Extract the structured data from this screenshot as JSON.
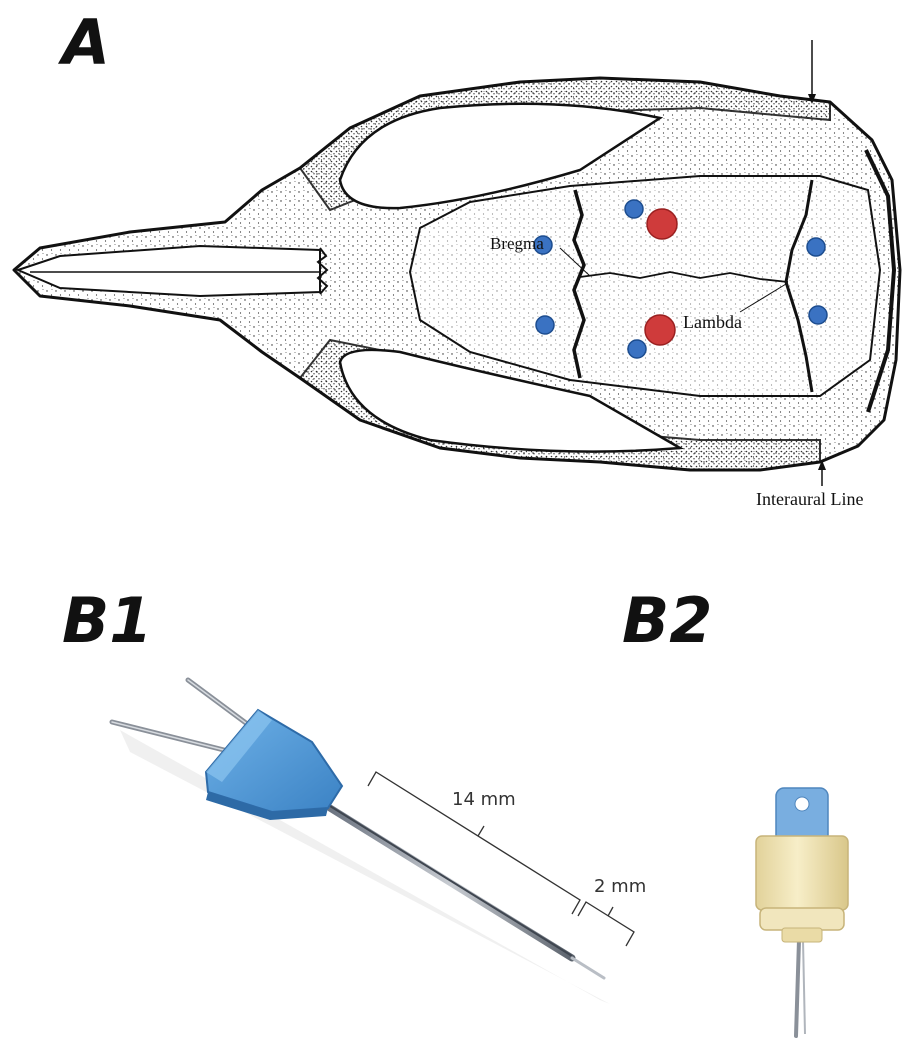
{
  "panels": {
    "a_label": "A",
    "b1_label": "B1",
    "b2_label": "B2"
  },
  "skull": {
    "bregma_label": "Bregma",
    "lambda_label": "Lambda",
    "interaural_label": "Interaural Line",
    "colors": {
      "recording_site": "#cf3b3b",
      "screw_site": "#3a72c2"
    }
  },
  "electrode": {
    "shaft_length_label": "14 mm",
    "tip_length_label": "2 mm",
    "colors": {
      "hub": "#4f9ad6",
      "wire": "#8a9099"
    }
  },
  "connector": {
    "colors": {
      "body": "#efe2b0",
      "tab": "#79aee0"
    }
  }
}
